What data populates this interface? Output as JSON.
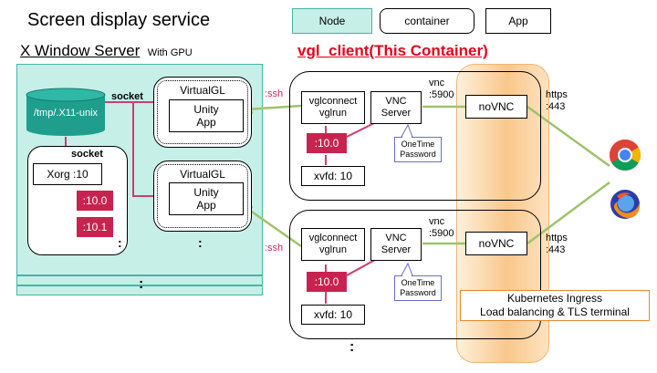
{
  "title": "Screen display service",
  "legend": {
    "node": "Node",
    "container": "container",
    "app": "App"
  },
  "xserver": {
    "title": "X Window Server",
    "subtitle": "With GPU",
    "socket_path": "/tmp/.X11-unix",
    "socket_label": "socket",
    "xorg_socket_label": "socket",
    "xorg": "Xorg :10",
    "displays": [
      ":10.0",
      ":10.1"
    ],
    "virtualgl": [
      {
        "title": "VirtualGL",
        "app": "Unity\nApp"
      },
      {
        "title": "VirtualGL",
        "app": "Unity\nApp"
      }
    ],
    "dots_inner": ":",
    "dots_right": ":",
    "dots_bottom": ":"
  },
  "vgl": {
    "title": "vgl_client(This Container)",
    "ssh": [
      ":ssh",
      ":ssh"
    ],
    "units": [
      {
        "vglconnect": "vglconnect\nvglrun",
        "vnc_server": "VNC\nServer",
        "display": ":10.0",
        "xvfd": "xvfd: 10",
        "otp": "OneTime\nPassword",
        "vnc_port": "vnc\n:5900"
      },
      {
        "vglconnect": "vglconnect\nvglrun",
        "vnc_server": "VNC\nServer",
        "display": ":10.0",
        "xvfd": "xvfd: 10",
        "otp": "OneTime\nPassword",
        "vnc_port": "vnc\n:5900"
      }
    ],
    "dots": ":"
  },
  "ingress": {
    "novnc": [
      "noVNC",
      "noVNC"
    ],
    "https": [
      "https\n:443",
      "https\n:443"
    ],
    "label_line1": "Kubernetes Ingress",
    "label_line2": "Load balancing & TLS terminal"
  },
  "colors": {
    "node_fill": "#c6efe8",
    "node_border": "#49b4a6",
    "vgl_title": "#e8001c",
    "ingress_fill": "#fcd9ad",
    "display_fill": "#c8234f",
    "link_green": "#9ec36a",
    "link_pink": "#cc3d72",
    "ssh_text": "#d52563",
    "socket_fill": "#1f9e8e"
  },
  "icons": [
    "chrome-icon",
    "firefox-icon"
  ]
}
